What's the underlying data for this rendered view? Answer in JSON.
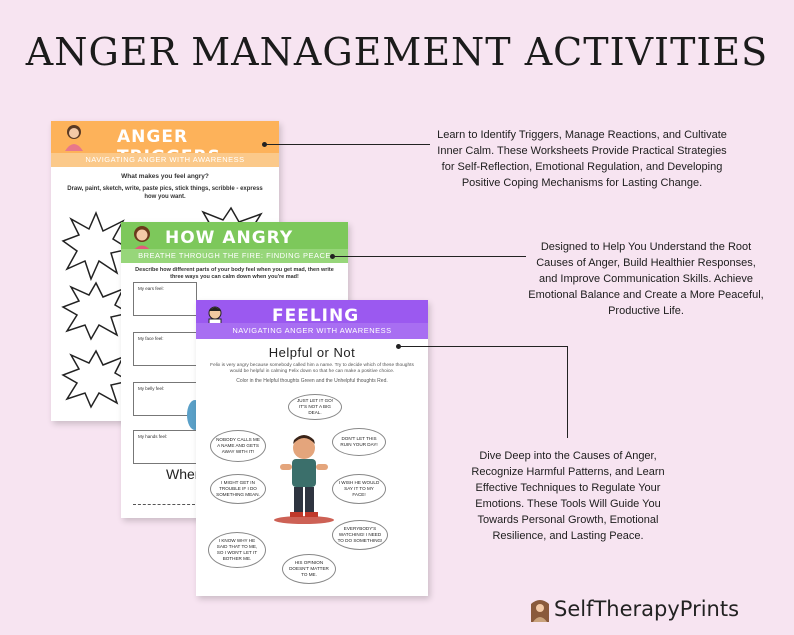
{
  "title": "ANGER MANAGEMENT ACTIVITIES",
  "sheet1": {
    "title": "ANGER TRIGGERS",
    "subtitle": "NAVIGATING ANGER WITH AWARENESS",
    "question": "What makes you feel angry?",
    "instruction": "Draw, paint, sketch, write, paste pics, stick things, scribble - express how you want.",
    "header_color": "#fdb25a",
    "sub_color": "#fbc98a"
  },
  "sheet2": {
    "title": "HOW ANGRY FEELS?",
    "subtitle": "BREATHE THROUGH THE FIRE: FINDING PEACE",
    "instruction": "Describe how different parts of your body feel when you get mad, then write three ways you can calm down when you're mad!",
    "boxes": [
      "My ears feel:",
      "My face feel:",
      "My belly feel:",
      "My hands feel:"
    ],
    "footer": "When",
    "header_color": "#7dc85b",
    "sub_color": "#97d67a"
  },
  "sheet3": {
    "title": "FEELING ANGRY",
    "subtitle": "NAVIGATING ANGER WITH AWARENESS",
    "heading": "Helpful or Not",
    "story": "Felix is very angry because somebody called him a name. Try to decide which of these thoughts would be helpful in calming Felix down so that he can make a positive choice.",
    "instruction": "Color in the Helpful thoughts Green and the Unhelpful thoughts Red.",
    "thoughts": [
      "JUST LET IT GO! IT'S NOT A BIG DEAL.",
      "NOBODY CALLS ME A NAME AND GETS AWAY WITH IT!",
      "DON'T LET THIS RUIN YOUR DAY!",
      "I MIGHT GET IN TROUBLE IF I DO SOMETHING MEAN.",
      "I WISH HE WOULD SAY IT TO MY FACE!",
      "EVERYBODY'S WATCHING! I NEED TO DO SOMETHING!",
      "I KNOW WHY HE SAID THAT TO ME, SO I WON'T LET IT BOTHER ME.",
      "HIS OPINION DOESN'T MATTER TO ME."
    ],
    "header_color": "#9b59f0",
    "sub_color": "#a86ef2"
  },
  "callouts": [
    "Learn to Identify Triggers, Manage Reactions, and Cultivate Inner Calm. These Worksheets Provide Practical Strategies for Self-Reflection, Emotional Regulation, and Developing Positive Coping Mechanisms for Lasting Change.",
    "Designed to Help You Understand the Root Causes of Anger, Build Healthier Responses, and Improve Communication Skills. Achieve Emotional Balance and Create a More Peaceful, Productive Life.",
    "Dive Deep into the Causes of Anger, Recognize Harmful Patterns, and Learn Effective Techniques to Regulate Your Emotions. These Tools Will Guide You Towards Personal Growth, Emotional Resilience, and Lasting Peace."
  ],
  "brand": "SelfTherapyPrints",
  "icons": [
    "woman-avatar-icon",
    "man-avatar-icon",
    "brand-logo-icon"
  ]
}
